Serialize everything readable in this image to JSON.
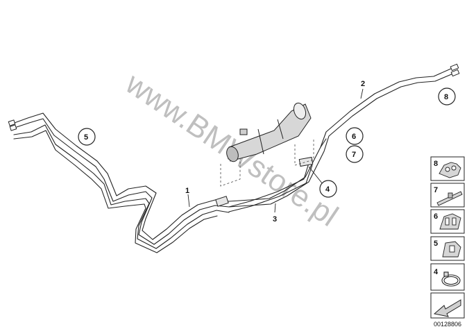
{
  "watermark": "www.BMWstore.pl",
  "document_id": "00128806",
  "callouts": {
    "c1": "1",
    "c2": "2",
    "c3": "3",
    "c4": "4",
    "c5": "5",
    "c6": "6",
    "c7": "7",
    "c8": "8"
  },
  "side_panel": {
    "items": [
      {
        "num": "8",
        "icon": "clip-triple-icon"
      },
      {
        "num": "7",
        "icon": "bracket-icon"
      },
      {
        "num": "6",
        "icon": "clip-double-icon"
      },
      {
        "num": "5",
        "icon": "clip-single-icon"
      },
      {
        "num": "4",
        "icon": "hose-clamp-icon"
      }
    ],
    "arrow_icon": "arrow-icon"
  }
}
